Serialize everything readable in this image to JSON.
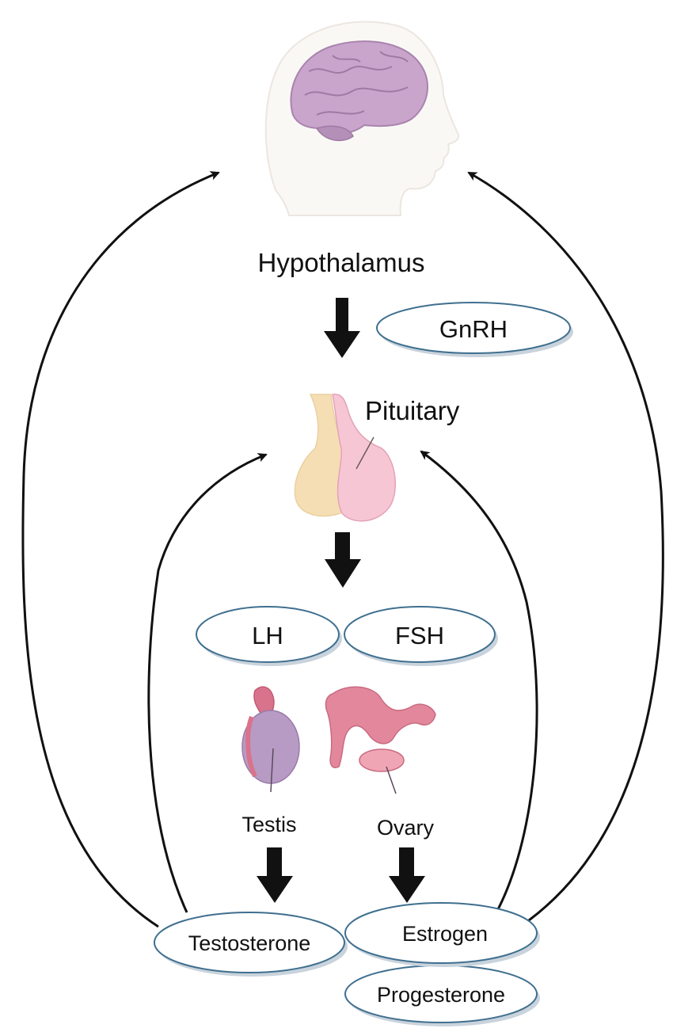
{
  "labels": {
    "hypothalamus": "Hypothalamus",
    "pituitary": "Pituitary",
    "testis": "Testis",
    "ovary": "Ovary"
  },
  "hormones": {
    "gnrh": "GnRH",
    "lh": "LH",
    "fsh": "FSH",
    "testosterone": "Testosterone",
    "estrogen": "Estrogen",
    "progesterone": "Progesterone"
  },
  "colors": {
    "oval_stroke": "#3f6f8f",
    "arrow": "#111111",
    "brain": "#c8a2c8",
    "pituitary_anterior": "#f7c6d4",
    "pituitary_posterior": "#f6deb4",
    "testis": "#b79bc4",
    "ovary": "#e3889c"
  }
}
